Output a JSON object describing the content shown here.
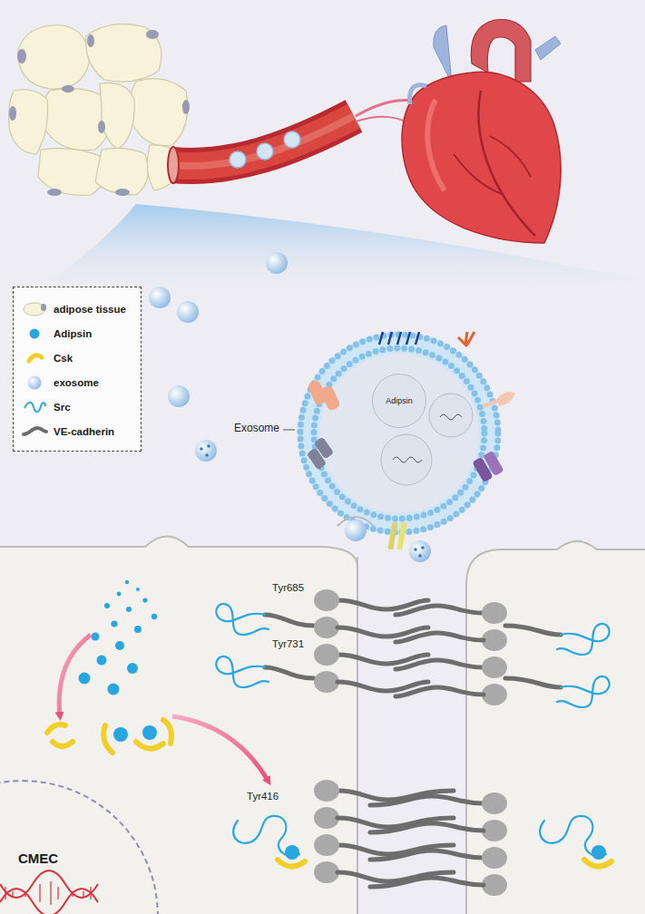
{
  "diagram": {
    "nodes": [
      {
        "text": [
          "Adipsin"
        ]
      },
      {
        "text": [
          "CMEC"
        ]
      }
    ],
    "labels": [
      "Exosome",
      "Tyr685",
      "Tyr731",
      "Tyr416"
    ],
    "legend": [
      {
        "text": "adipose tissue"
      },
      {
        "text": "Adipsin",
        "color": "#29a6df"
      },
      {
        "text": "Csk"
      },
      {
        "text": "exosome"
      },
      {
        "text": "Src"
      },
      {
        "text": "VE-cadherin"
      }
    ]
  }
}
